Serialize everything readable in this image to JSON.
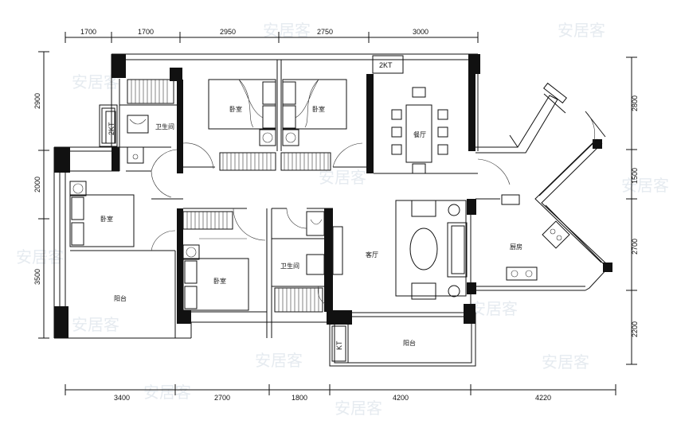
{
  "dimensions": {
    "top": [
      "1700",
      "1700",
      "2950",
      "2750",
      "3000"
    ],
    "bottom": [
      "3400",
      "2700",
      "1800",
      "4200",
      "4220"
    ],
    "left": [
      "2900",
      "2000",
      "3500"
    ],
    "right": [
      "2800",
      "1500",
      "2700",
      "2200"
    ]
  },
  "rooms": {
    "bedroom_master_left": "卧室",
    "bedroom_master_right": "卧室",
    "bathroom_top": "卫生间",
    "dining": "餐厅",
    "bedroom_west": "卧室",
    "living": "客厅",
    "kitchen": "厨房",
    "bedroom_south": "卧室",
    "bathroom_middle": "卫生间",
    "balcony_west": "阳台",
    "balcony_south": "阳台"
  },
  "ac_labels": {
    "top": "2KT",
    "bathroom": "2KT",
    "balcony": "KT"
  },
  "watermark": "安居客",
  "colors": {
    "line": "#111111",
    "watermark": "#e6ebf0"
  }
}
